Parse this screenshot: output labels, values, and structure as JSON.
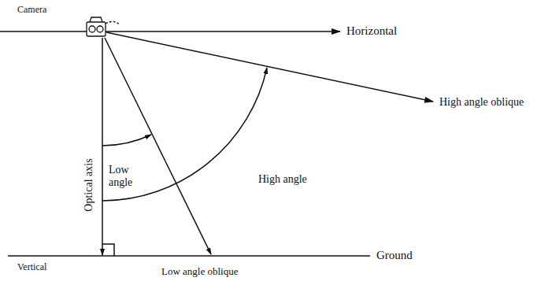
{
  "diagram": {
    "labels": [
      "Camera",
      "Horizontal",
      "High angle oblique",
      "Low angle",
      "Optical axis",
      "High angle",
      "Ground",
      "Vertical",
      "Low angle oblique"
    ]
  }
}
